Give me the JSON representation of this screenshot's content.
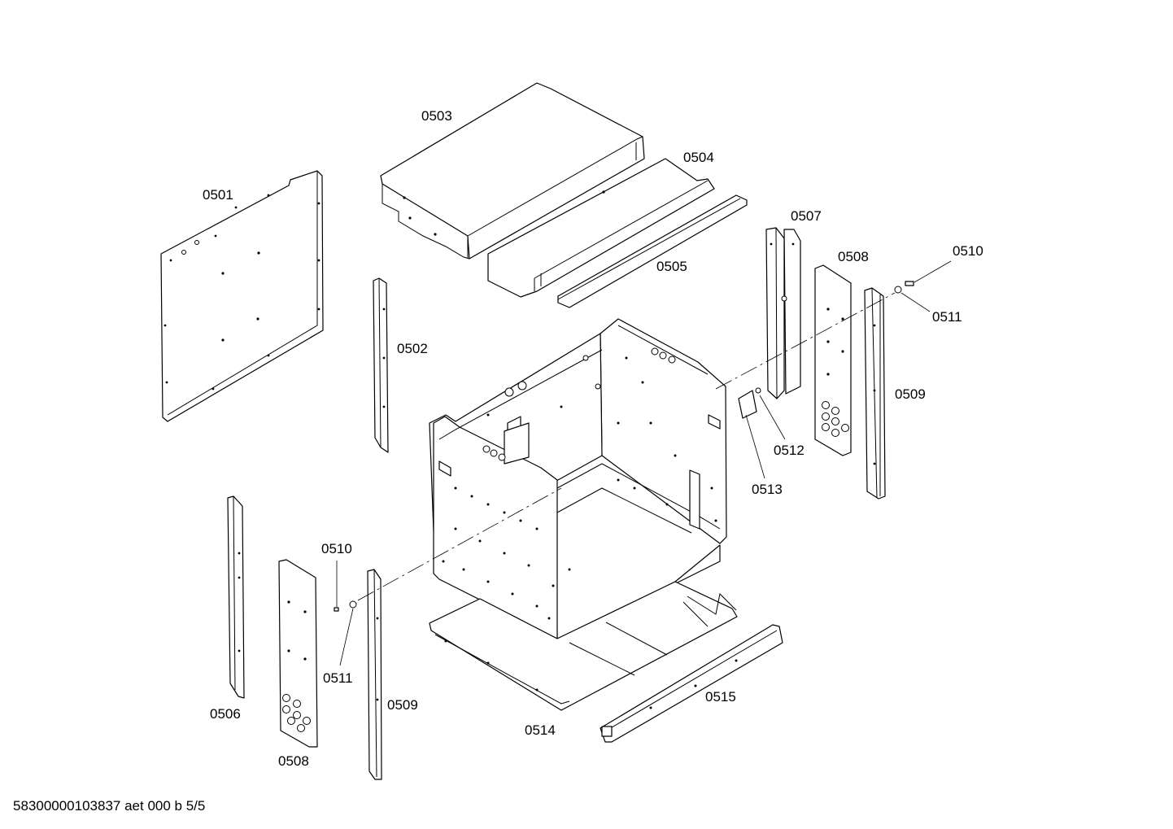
{
  "labels": {
    "p0501": "0501",
    "p0502": "0502",
    "p0503": "0503",
    "p0504": "0504",
    "p0505": "0505",
    "p0506": "0506",
    "p0507": "0507",
    "p0508_right": "0508",
    "p0508_left": "0508",
    "p0509_right": "0509",
    "p0509_left": "0509",
    "p0510_right": "0510",
    "p0510_left": "0510",
    "p0511_right": "0511",
    "p0511_left": "0511",
    "p0512": "0512",
    "p0513": "0513",
    "p0514": "0514",
    "p0515": "0515"
  },
  "document_id": "58300000103837 aet 000 b 5/5"
}
